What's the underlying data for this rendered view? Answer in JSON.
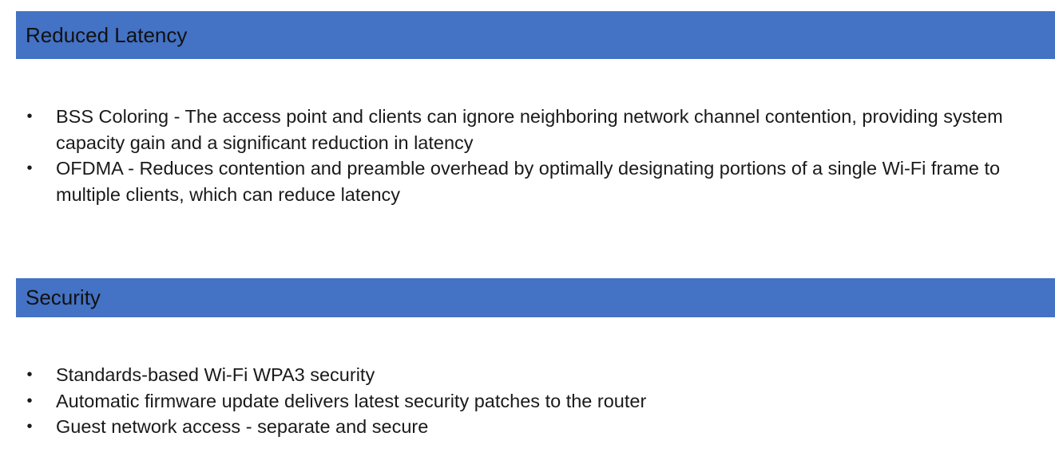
{
  "sections": [
    {
      "title": "Reduced Latency",
      "bullets": [
        "BSS Coloring - The access point and clients can ignore neighboring network channel contention, providing system capacity gain and a significant reduction in latency",
        "OFDMA - Reduces contention and preamble overhead by optimally designating portions of a single Wi-Fi frame to multiple clients, which can reduce latency"
      ]
    },
    {
      "title": "Security",
      "bullets": [
        "Standards-based Wi-Fi WPA3 security",
        "Automatic firmware update delivers latest security patches to the router",
        "Guest network access - separate and secure"
      ]
    }
  ],
  "bullet_glyph": "•",
  "colors": {
    "header_band": "#4472c4",
    "background": "#ffffff",
    "text": "#1a1a1a"
  }
}
